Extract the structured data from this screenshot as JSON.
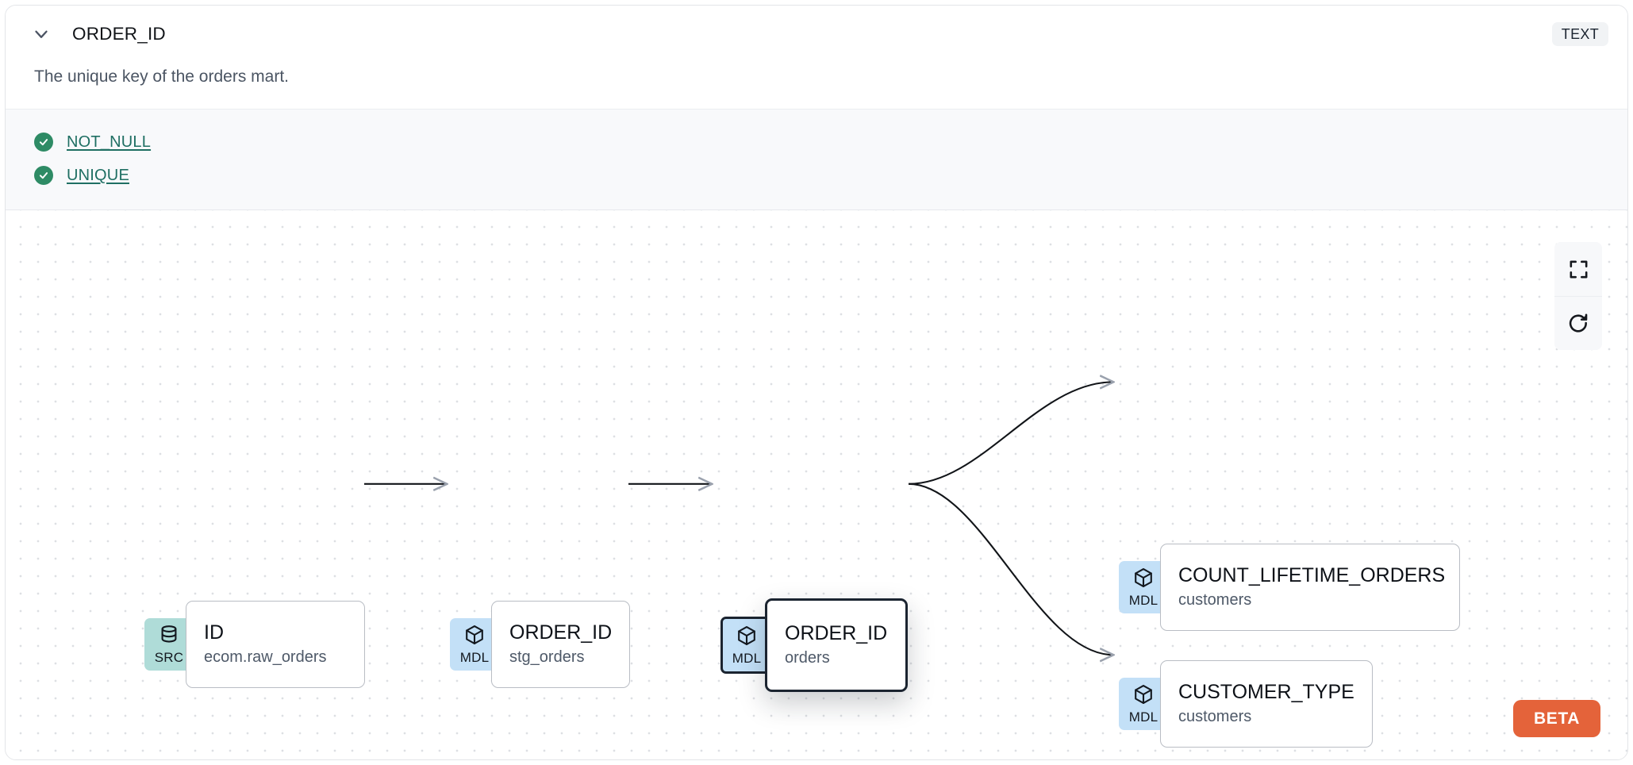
{
  "header": {
    "chevron_icon": "chevron-down-icon",
    "title": "ORDER_ID",
    "type_badge": "TEXT"
  },
  "description": "The unique key of the orders mart.",
  "tests": [
    {
      "icon": "check-circle-icon",
      "label": "NOT_NULL",
      "status": "pass"
    },
    {
      "icon": "check-circle-icon",
      "label": "UNIQUE",
      "status": "pass"
    }
  ],
  "lineage_graph": {
    "nodes": [
      {
        "id": "n1",
        "badge": "SRC",
        "badge_icon": "database-icon",
        "name": "ID",
        "sub": "ecom.raw_orders",
        "selected": false
      },
      {
        "id": "n2",
        "badge": "MDL",
        "badge_icon": "cube-icon",
        "name": "ORDER_ID",
        "sub": "stg_orders",
        "selected": false
      },
      {
        "id": "n3",
        "badge": "MDL",
        "badge_icon": "cube-icon",
        "name": "ORDER_ID",
        "sub": "orders",
        "selected": true
      },
      {
        "id": "n4",
        "badge": "MDL",
        "badge_icon": "cube-icon",
        "name": "COUNT_LIFETIME_ORDERS",
        "sub": "customers",
        "selected": false
      },
      {
        "id": "n5",
        "badge": "MDL",
        "badge_icon": "cube-icon",
        "name": "CUSTOMER_TYPE",
        "sub": "customers",
        "selected": false
      }
    ],
    "edges": [
      {
        "from": "n1",
        "to": "n2"
      },
      {
        "from": "n2",
        "to": "n3"
      },
      {
        "from": "n3",
        "to": "n4"
      },
      {
        "from": "n3",
        "to": "n5"
      }
    ],
    "controls": [
      {
        "name": "fit-view-button",
        "icon": "fullscreen-icon"
      },
      {
        "name": "reset-button",
        "icon": "refresh-icon"
      }
    ],
    "beta_badge": "BETA"
  },
  "colors": {
    "src_badge_bg": "#afdcd8",
    "mdl_badge_bg": "#c3e0f7",
    "selected_border": "#1b2430",
    "test_pass": "#2e8b65",
    "test_link": "#1f6f63",
    "beta_bg": "#e4633a"
  }
}
